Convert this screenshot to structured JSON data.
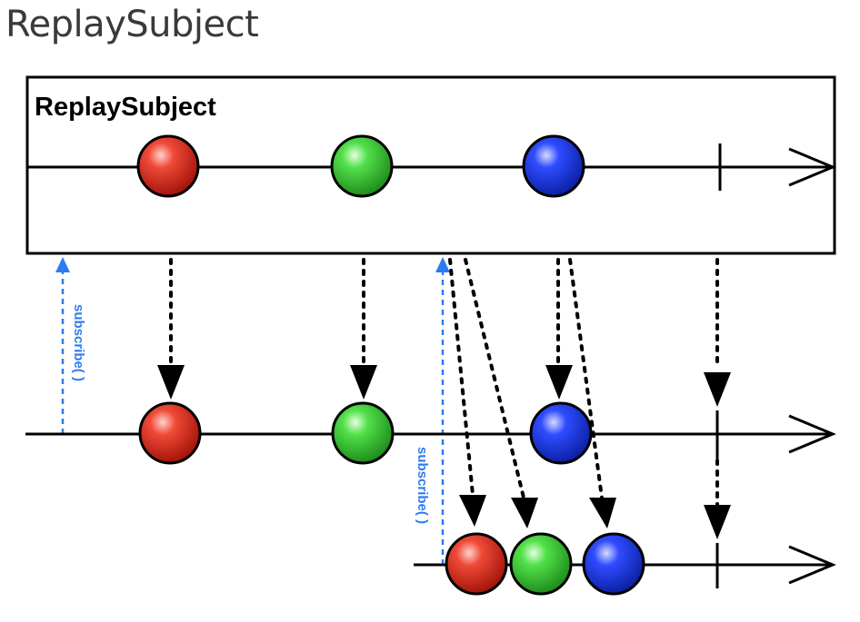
{
  "page": {
    "title": "ReplaySubject"
  },
  "diagram": {
    "box_label": "ReplaySubject",
    "subscribe_label_1": "subscribe( )",
    "subscribe_label_2": "subscribe( )",
    "colors": {
      "red": "#e02a1c",
      "green": "#3cd03a",
      "blue": "#1f3df0",
      "subscribe": "#2d7bf0",
      "line": "#000000"
    },
    "source_items": [
      "red",
      "green",
      "blue"
    ],
    "first_subscriber_items": [
      "red",
      "green",
      "blue"
    ],
    "second_subscriber_items": [
      "red",
      "green",
      "blue"
    ]
  }
}
